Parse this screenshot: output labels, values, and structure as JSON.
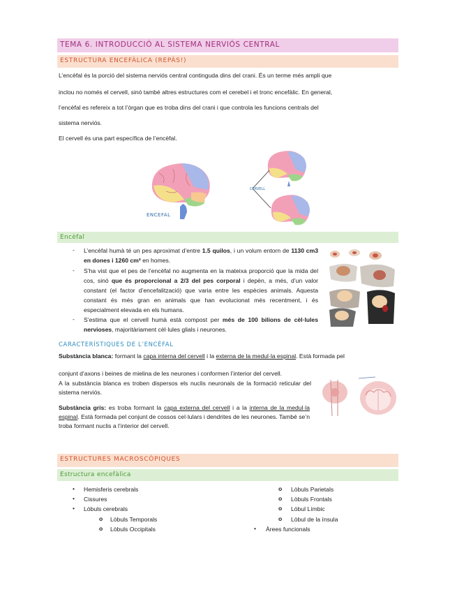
{
  "title": "TEMA 6.  INTRODUCCIÓ AL SISTEMA NERVIÓS CENTRAL",
  "section1": {
    "heading": "ESTRUCTURA ENCEFÀLICA (REPÀS!)",
    "line1": "L’encèfal és la porció del sistema nerviós central continguda dins del crani. És un terme més ampli que",
    "line2": "inclou no només el cervell, sinó també altres estructures com el cerebel i el tronc encefàlic. En general,",
    "line3": "l’encèfal es refereix a tot l’òrgan que es troba dins del crani i que controla les funcions centrals del",
    "line4": "sistema nerviós.",
    "line5": " El cervell és una part específica de l’encèfal.",
    "label_encefal": "ENCEFAL",
    "label_cervell": "CERVELL"
  },
  "encefal": {
    "heading": "Encèfal",
    "b1_pre": "L’encèfal humà té un pes aproximat d’entre ",
    "b1_bold1": "1.5 quilos",
    "b1_mid": ", i un volum entorn de ",
    "b1_bold2": "1130 cm3 en dones i 1260 cm³",
    "b1_post": " en homes.",
    "b2_pre": "S’ha vist que el pes de l’encèfal no augmenta en la mateixa proporció que la mida del cos, sinó ",
    "b2_bold": "que és proporcional a 2/3 del pes corporal",
    "b2_post": " i depèn, a més, d’un valor constant (el factor d’encefalització) que varia entre les espècies animals. Aquesta constant és més gran en animals que han evolucionat més recentment, i és especialment elevada en els humans.",
    "b3_pre": "S’estima que el cervell humà està compost per ",
    "b3_bold": "més de 100 bilions de cèl·lules nervioses",
    "b3_post": ", majoritàriament cèl·lules glials i neurones.",
    "dash": "-"
  },
  "caract": {
    "heading": "CARACTERÍSTIQUES DE L’ENCÈFAL",
    "blanca_label": "Substància blanca:",
    "blanca_a": " formant la ",
    "blanca_u1": "capa interna del cervell",
    "blanca_b": " i la ",
    "blanca_u2": "externa de la medul·la espinal",
    "blanca_c": ". Està formada pel",
    "blanca_l2": "conjunt d’axons i beines de mielina de les neurones i conformen l’interior del cervell.",
    "blanca_l3": "A la substància blanca es troben dispersos els nuclis neuronals de la formació reticular del sistema nerviós.",
    "gris_label": "Substància gris:",
    "gris_a": " es troba formant la ",
    "gris_u1": "capa externa del cervell",
    "gris_b": " i a la ",
    "gris_u2": "interna de la medul·la espinal",
    "gris_c": ". Està formada pel conjunt de cossos cel·lulars i dendrites de les neurones. També se’n troba formant nuclis a l’interior del cervell."
  },
  "macro": {
    "heading": "ESTRUCTURES MACROSCÒPIQUES",
    "subheading": "Estructura encefàlica",
    "left_items": [
      "Hemisferis cerebrals",
      "Cissures",
      "Lòbuls cerebrals"
    ],
    "left_sub": [
      "Lòbuls Temporals",
      "Lòbuls Occipitals"
    ],
    "right_sub": [
      "Lòbuls Parietals",
      "Lòbuls Frontals",
      "Lòbul Límbic",
      "Lòbul de la ínsula"
    ],
    "right_item": "Àrees funcionals",
    "bullet": "•",
    "circle": "o"
  },
  "colors": {
    "pink_band": "#f0cde8",
    "peach_band": "#fadfcf",
    "green_band": "#dcefd4",
    "title_text": "#a0307e",
    "peach_text": "#d2552d",
    "green_text": "#4e9a3a",
    "blue_text": "#2f8dc1"
  }
}
